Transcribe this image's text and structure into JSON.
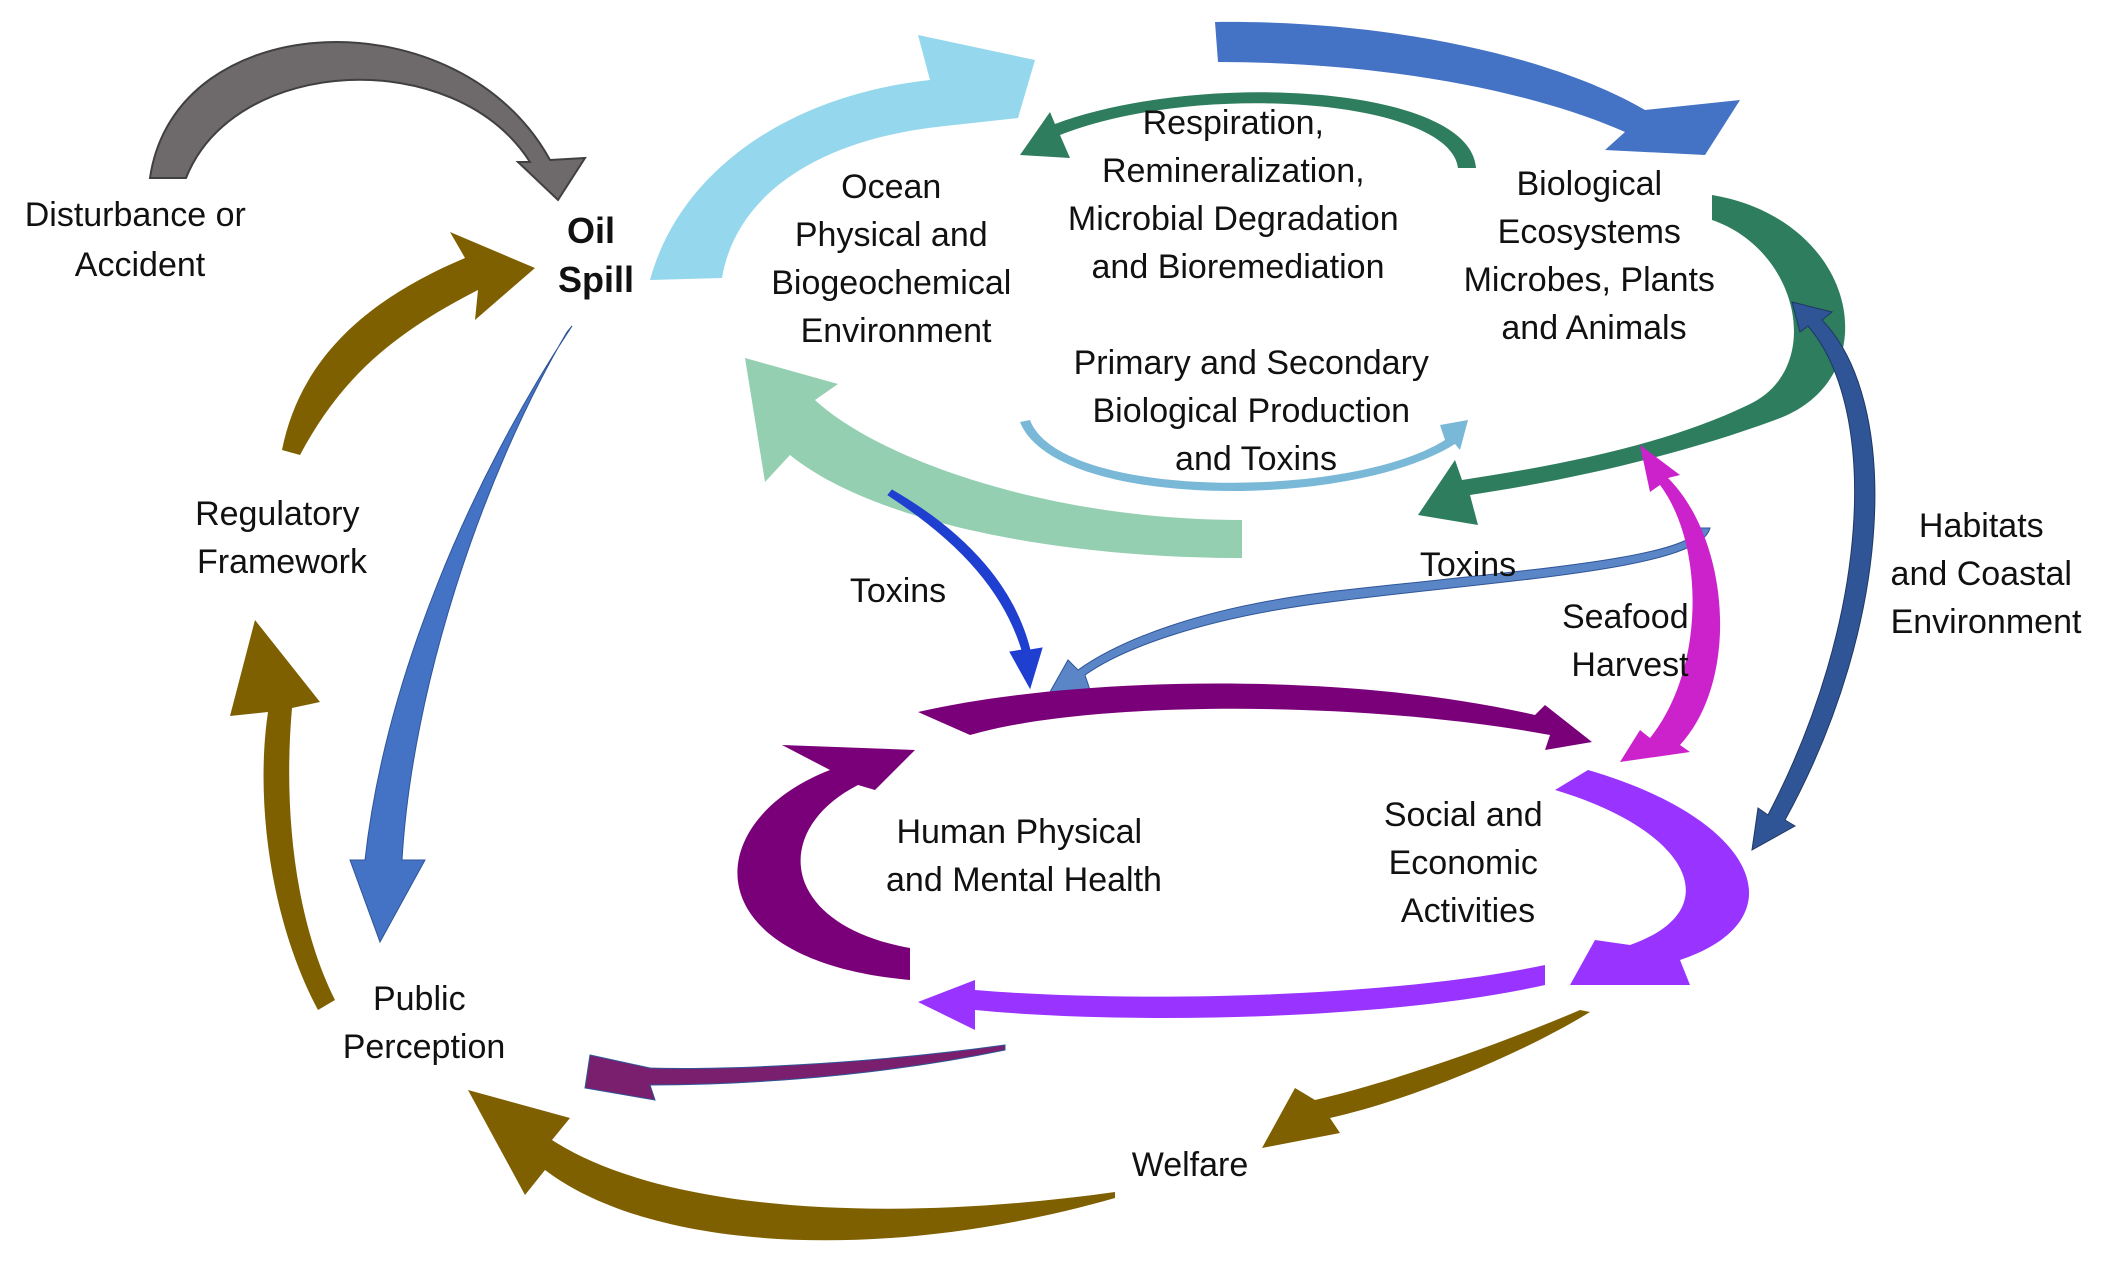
{
  "labels": {
    "disturbance": [
      "Disturbance or",
      "Accident"
    ],
    "oil_spill": [
      "Oil",
      "Spill"
    ],
    "ocean": [
      "Ocean",
      "Physical and",
      "Biogeochemical",
      "Environment"
    ],
    "respiration": [
      "Respiration,",
      "Remineralization,",
      "Microbial Degradation",
      "and Bioremediation"
    ],
    "biological": [
      "Biological",
      "Ecosystems",
      "Microbes, Plants",
      "and Animals"
    ],
    "production": [
      "Primary and Secondary",
      "Biological Production",
      "and Toxins"
    ],
    "regulatory": [
      "Regulatory",
      "Framework"
    ],
    "toxins_left": [
      "Toxins"
    ],
    "toxins_right": [
      "Toxins"
    ],
    "seafood": [
      "Seafood",
      "Harvest"
    ],
    "habitats": [
      "Habitats",
      "and Coastal",
      "Environment"
    ],
    "human": [
      "Human Physical",
      "and Mental Health"
    ],
    "social": [
      "Social and",
      "Economic",
      "Activities"
    ],
    "public": [
      "Public",
      "Perception"
    ],
    "welfare": [
      "Welfare"
    ]
  },
  "colors": {
    "gray": "#6e6a6c",
    "light_blue": "#95d7ec",
    "royal_blue": "#4472c4",
    "dark_teal": "#2e7d5e",
    "mint": "#95cfb2",
    "olive": "#7f6000",
    "purple": "#7a007a",
    "violet": "#9933ff",
    "magenta": "#cc22cc",
    "navy": "#2f5597",
    "bright_blue": "#1f3fd0"
  }
}
